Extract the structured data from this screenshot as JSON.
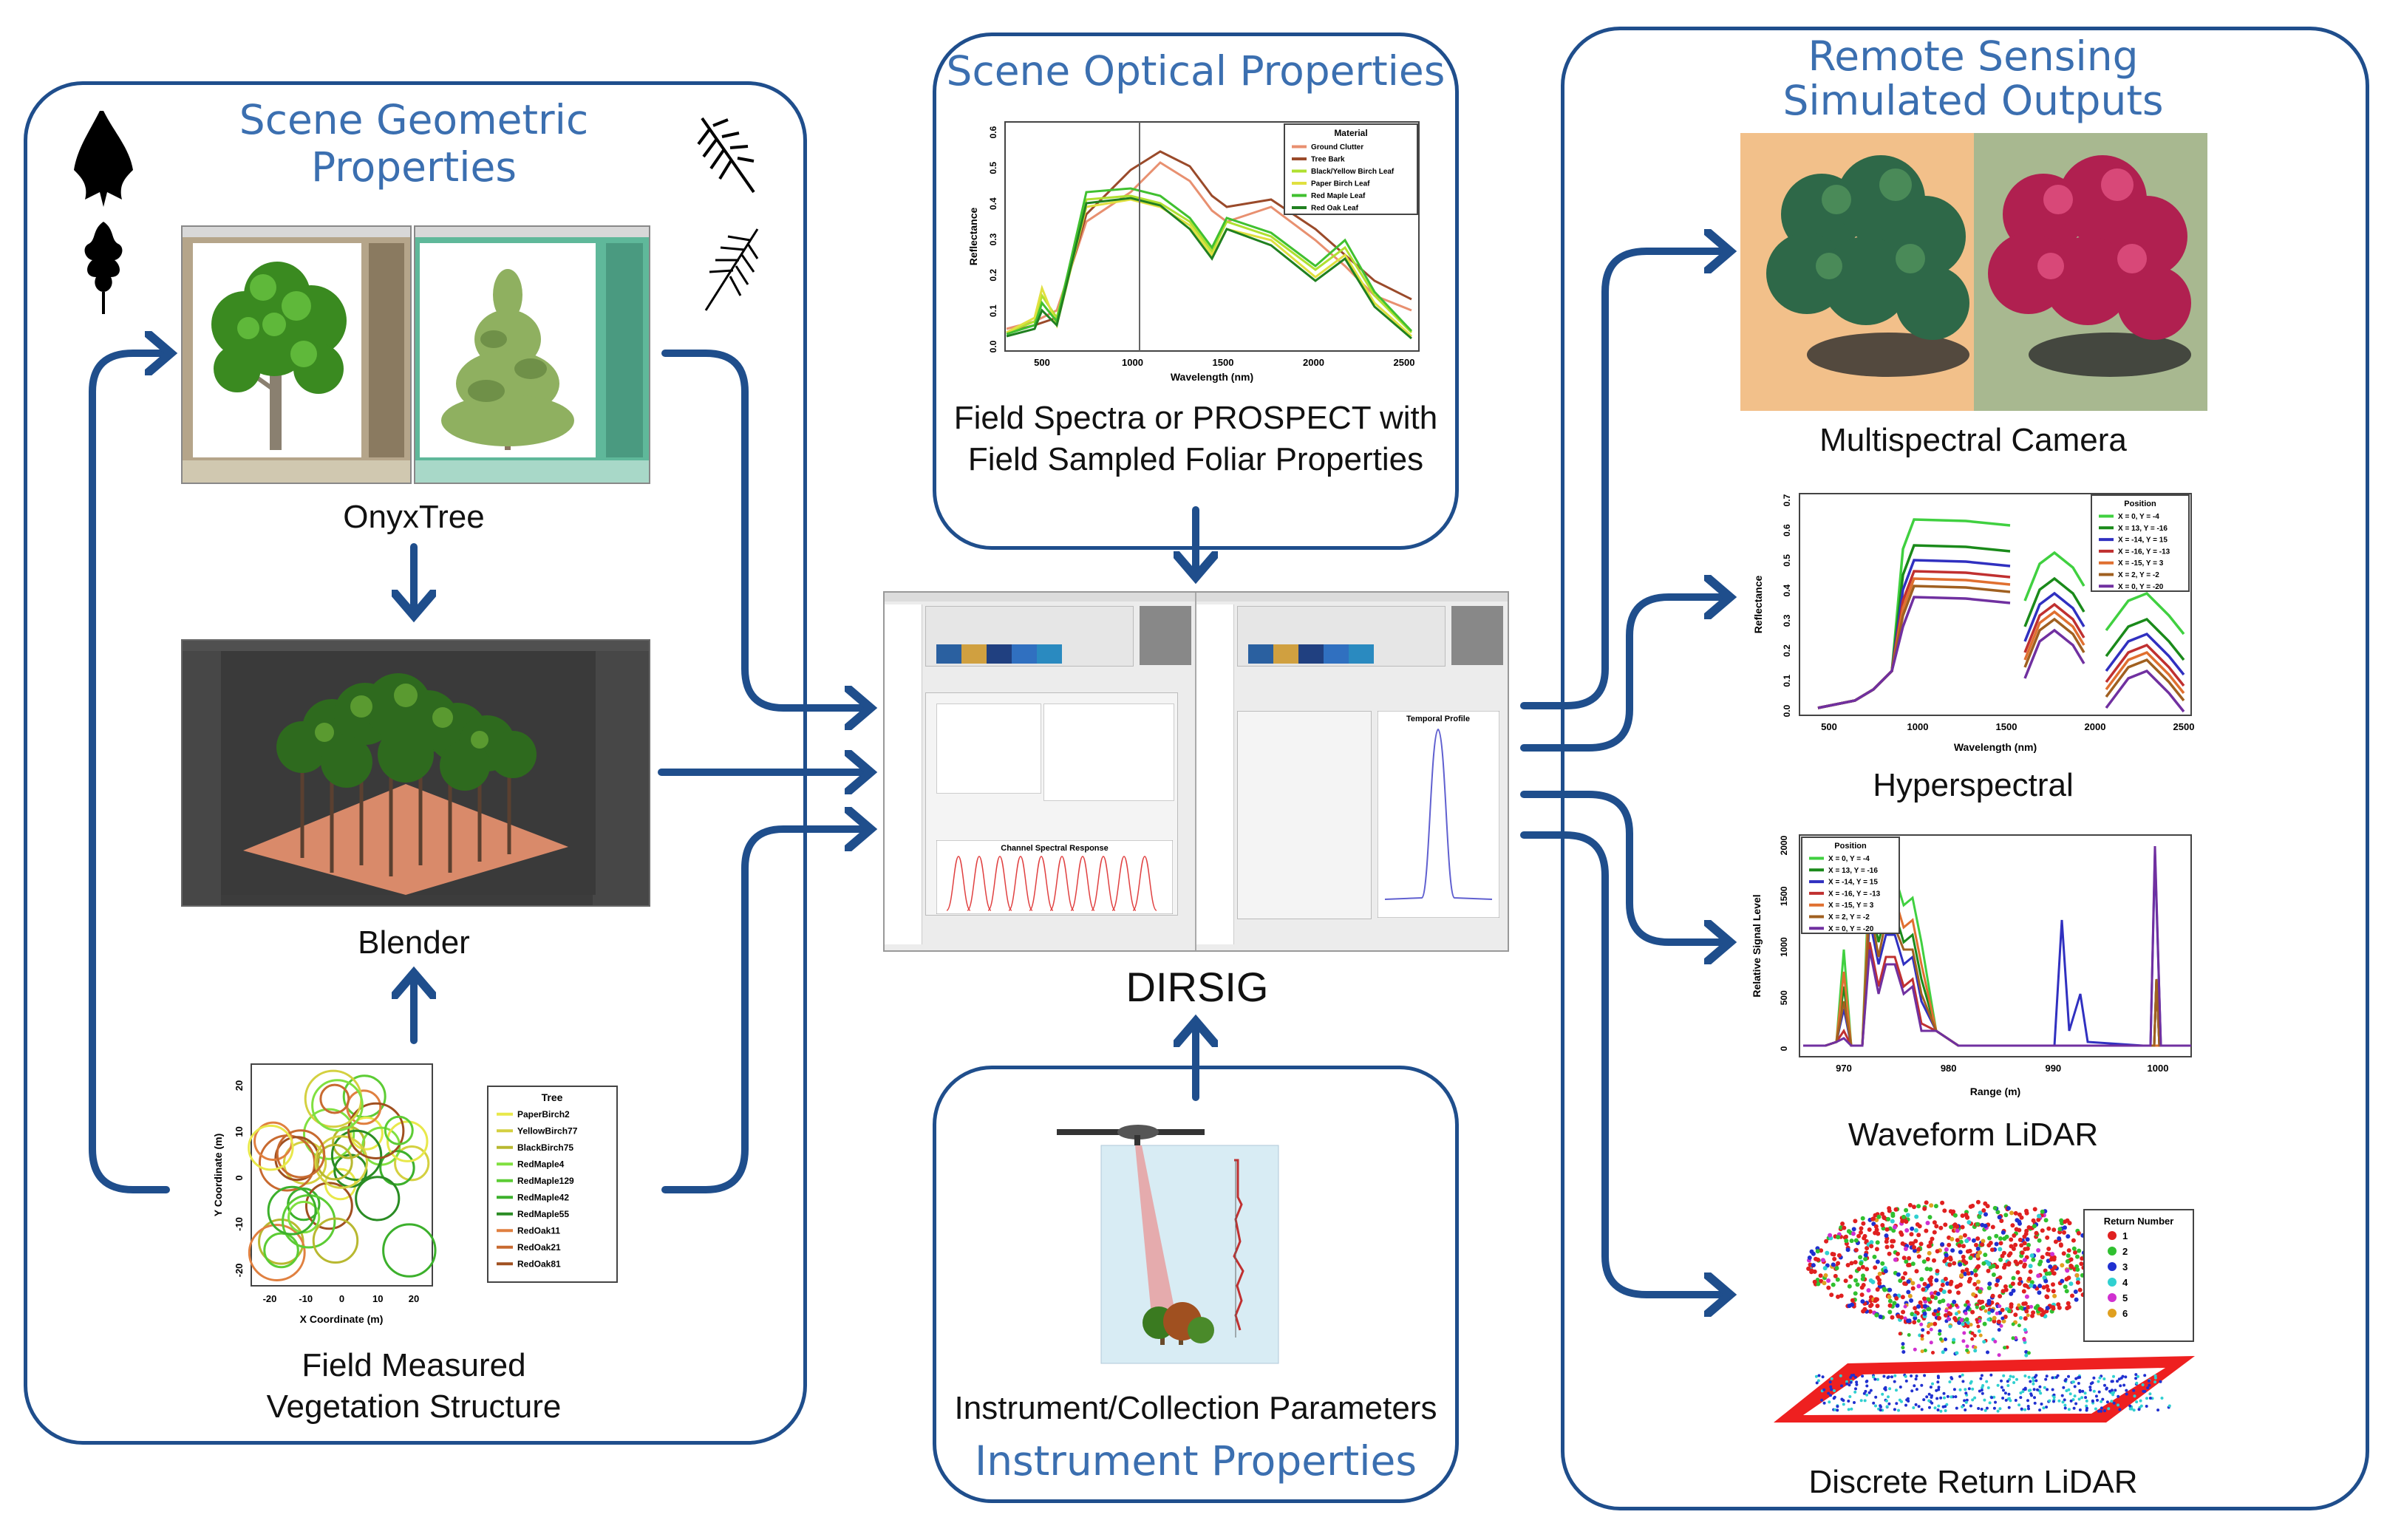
{
  "panels": {
    "scene_geometric": {
      "title_line1": "Scene Geometric",
      "title_line2": "Properties",
      "onyxtree_label": "OnyxTree",
      "blender_label": "Blender",
      "field_label_line1": "Field Measured",
      "field_label_line2": "Vegetation Structure"
    },
    "scene_optical": {
      "title": "Scene Optical Properties",
      "caption_line1": "Field Spectra or PROSPECT with",
      "caption_line2": "Field Sampled Foliar Properties"
    },
    "instrument": {
      "caption": "Instrument/Collection Parameters",
      "title": "Instrument Properties"
    },
    "remote_sensing": {
      "title_line1": "Remote Sensing",
      "title_line2": "Simulated Outputs",
      "multispectral_label": "Multispectral Camera",
      "hyperspectral_label": "Hyperspectral",
      "waveform_label": "Waveform LiDAR",
      "discrete_label": "Discrete Return LiDAR"
    }
  },
  "center": {
    "label": "DIRSIG"
  },
  "scatter_plot": {
    "ylabel": "Y Coordinate (m)",
    "xlabel": "X Coordinate (m)",
    "ticks": [
      "-20",
      "-10",
      "0",
      "10",
      "20"
    ],
    "legend_title": "Tree",
    "legend": [
      {
        "name": "PaperBirch2",
        "color": "#e8e84a"
      },
      {
        "name": "YellowBirch77",
        "color": "#d4d040"
      },
      {
        "name": "BlackBirch75",
        "color": "#b8b830"
      },
      {
        "name": "RedMaple4",
        "color": "#80e040"
      },
      {
        "name": "RedMaple129",
        "color": "#5ccc34"
      },
      {
        "name": "RedMaple42",
        "color": "#3cb02c"
      },
      {
        "name": "RedMaple55",
        "color": "#2a8c24"
      },
      {
        "name": "RedOak11",
        "color": "#e08040"
      },
      {
        "name": "RedOak21",
        "color": "#c86a30"
      },
      {
        "name": "RedOak81",
        "color": "#a05020"
      }
    ]
  },
  "optical_plot": {
    "ylabel": "Reflectance",
    "xlabel": "Wavelength (nm)",
    "xticks": [
      "500",
      "1000",
      "1500",
      "2000",
      "2500"
    ],
    "yticks": [
      "0.0",
      "0.1",
      "0.2",
      "0.3",
      "0.4",
      "0.5",
      "0.6"
    ],
    "legend_title": "Material",
    "legend": [
      {
        "name": "Ground Clutter",
        "color": "#e89070"
      },
      {
        "name": "Tree Bark",
        "color": "#9a4a2a"
      },
      {
        "name": "Black/Yellow Birch Leaf",
        "color": "#b0e030"
      },
      {
        "name": "Paper Birch Leaf",
        "color": "#e0e040"
      },
      {
        "name": "Red Maple Leaf",
        "color": "#40c030"
      },
      {
        "name": "Red Oak Leaf",
        "color": "#208020"
      }
    ]
  },
  "hyper_plot": {
    "ylabel": "Reflectance",
    "xlabel": "Wavelength (nm)",
    "xticks": [
      "500",
      "1000",
      "1500",
      "2000",
      "2500"
    ],
    "yticks": [
      "0.0",
      "0.1",
      "0.2",
      "0.3",
      "0.4",
      "0.5",
      "0.6",
      "0.7"
    ],
    "legend_title": "Position",
    "legend": [
      {
        "name": "X = 0, Y = -4",
        "color": "#40d040"
      },
      {
        "name": "X = 13, Y = -16",
        "color": "#1a8a1a"
      },
      {
        "name": "X = -14, Y = 15",
        "color": "#3030c0"
      },
      {
        "name": "X = -16, Y = -13",
        "color": "#c03030"
      },
      {
        "name": "X = -15, Y = 3",
        "color": "#e07030"
      },
      {
        "name": "X = 2, Y = -2",
        "color": "#a06020"
      },
      {
        "name": "X = 0, Y = -20",
        "color": "#7030a0"
      }
    ]
  },
  "waveform_plot": {
    "ylabel": "Relative Signal Level",
    "xlabel": "Range (m)",
    "xticks": [
      "970",
      "980",
      "990",
      "1000"
    ],
    "yticks": [
      "0",
      "500",
      "1000",
      "1500",
      "2000"
    ],
    "legend_title": "Position",
    "legend": [
      {
        "name": "X = 0, Y = -4",
        "color": "#40d040"
      },
      {
        "name": "X = 13, Y = -16",
        "color": "#1a8a1a"
      },
      {
        "name": "X = -14, Y = 15",
        "color": "#3030c0"
      },
      {
        "name": "X = -16, Y = -13",
        "color": "#c03030"
      },
      {
        "name": "X = -15, Y = 3",
        "color": "#e07030"
      },
      {
        "name": "X = 2, Y = -2",
        "color": "#a06020"
      },
      {
        "name": "X = 0, Y = -20",
        "color": "#7030a0"
      }
    ]
  },
  "discrete_legend": {
    "title": "Return Number",
    "items": [
      {
        "name": "1",
        "color": "#e02020"
      },
      {
        "name": "2",
        "color": "#30c030"
      },
      {
        "name": "3",
        "color": "#2030d0"
      },
      {
        "name": "4",
        "color": "#30d0d0"
      },
      {
        "name": "5",
        "color": "#d030d0"
      },
      {
        "name": "6",
        "color": "#e0a020"
      }
    ]
  },
  "dirsig_plots": {
    "left_title": "Channel Spectral Response",
    "right_title": "Temporal Profile"
  },
  "colors": {
    "panel_border": "#1f4e8c",
    "heading": "#3b6fb0",
    "arrow": "#1f4e8c"
  }
}
